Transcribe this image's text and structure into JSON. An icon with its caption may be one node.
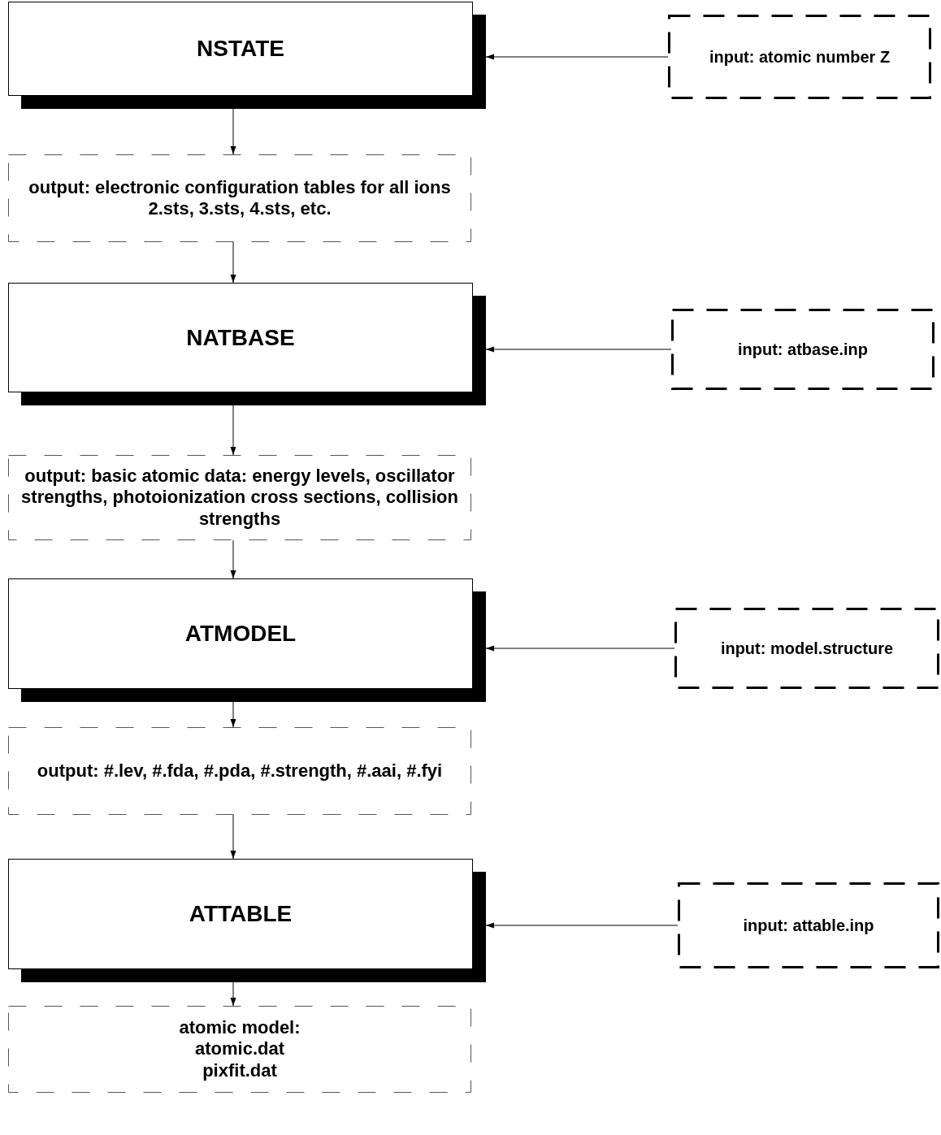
{
  "diagram": {
    "nodes": [
      {
        "text": [
          "NSTATE"
        ]
      },
      {
        "text": [
          "input:  atomic number Z"
        ]
      },
      {
        "text": [
          "output:  electronic configuration tables for all ions",
          "2.sts, 3.sts, 4.sts, etc."
        ]
      },
      {
        "text": [
          "NATBASE"
        ]
      },
      {
        "text": [
          "input:  atbase.inp"
        ]
      },
      {
        "text": [
          "output:  basic atomic data:  energy levels, oscillator strengths, photoionization cross sections, collision strengths"
        ]
      },
      {
        "text": [
          "ATMODEL"
        ]
      },
      {
        "text": [
          "input:  model.structure"
        ]
      },
      {
        "text": [
          "output:  #.lev,  #.fda, #.pda, #.strength, #.aai, #.fyi"
        ]
      },
      {
        "text": [
          "ATTABLE"
        ]
      },
      {
        "text": [
          "input:  attable.inp"
        ]
      },
      {
        "text": [
          "atomic model:",
          "atomic.dat",
          "pixfit.dat"
        ]
      }
    ],
    "edges": [
      {
        "from": 1,
        "to": 0,
        "arrow": "to"
      },
      {
        "from": 0,
        "to": 2,
        "arrow": "to"
      },
      {
        "from": 2,
        "to": 3,
        "arrow": "to"
      },
      {
        "from": 4,
        "to": 3,
        "arrow": "to"
      },
      {
        "from": 3,
        "to": 5,
        "arrow": "to"
      },
      {
        "from": 5,
        "to": 6,
        "arrow": "to"
      },
      {
        "from": 7,
        "to": 6,
        "arrow": "to"
      },
      {
        "from": 6,
        "to": 8,
        "arrow": "to"
      },
      {
        "from": 8,
        "to": 9,
        "arrow": "to"
      },
      {
        "from": 10,
        "to": 9,
        "arrow": "to"
      },
      {
        "from": 9,
        "to": 11,
        "arrow": "to"
      }
    ]
  }
}
